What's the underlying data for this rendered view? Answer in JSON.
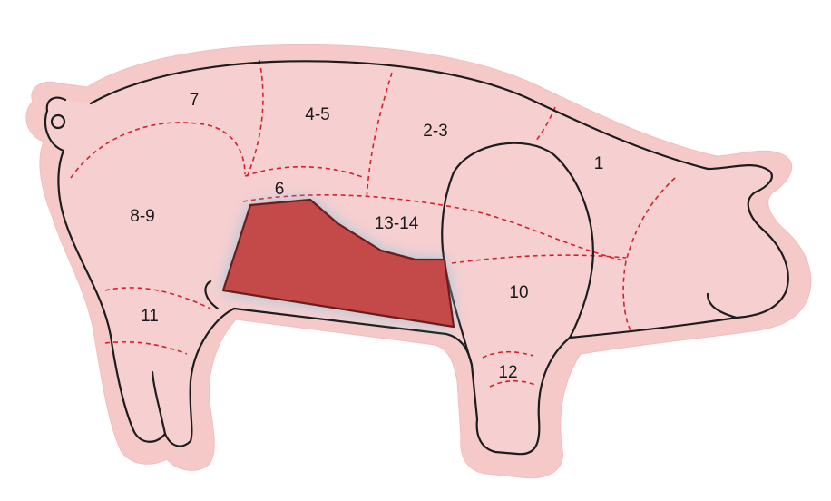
{
  "diagram": {
    "colors": {
      "border": "#f6c9c9",
      "body": "#f6cfd0",
      "outline": "#1d1d1d",
      "cut_lines": "#d8202b",
      "highlight_fill": "#c44a4a",
      "highlight_glow": "#7fc6de"
    },
    "regions": [
      {
        "id": "r1",
        "label": "1"
      },
      {
        "id": "r2-3",
        "label": "2-3"
      },
      {
        "id": "r4-5",
        "label": "4-5"
      },
      {
        "id": "r6",
        "label": "6"
      },
      {
        "id": "r7",
        "label": "7"
      },
      {
        "id": "r8-9",
        "label": "8-9"
      },
      {
        "id": "r10",
        "label": "10"
      },
      {
        "id": "r11",
        "label": "11"
      },
      {
        "id": "r12",
        "label": "12"
      },
      {
        "id": "r13-14",
        "label": "13-14"
      }
    ],
    "highlighted_region": "13-14"
  }
}
